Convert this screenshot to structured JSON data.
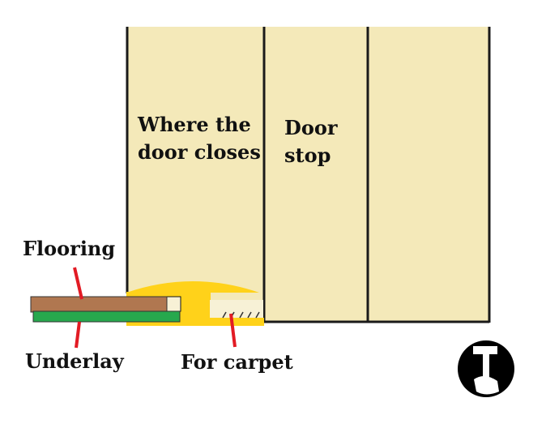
{
  "labels": {
    "door_closes": [
      "Where the",
      "door closes"
    ],
    "door_stop": [
      "Door",
      "stop"
    ],
    "flooring": "Flooring",
    "underlay": "Underlay",
    "for_carpet": "For carpet"
  },
  "colors": {
    "panel": "#f4e9b9",
    "outline": "#1a1a1a",
    "flooring": "#b07750",
    "underlay": "#27a84d",
    "threshold": "#ffd21a",
    "pointer": "#e21b24",
    "logo": "#000000"
  },
  "logo": {
    "icon": "hammer-in-hand-icon"
  }
}
